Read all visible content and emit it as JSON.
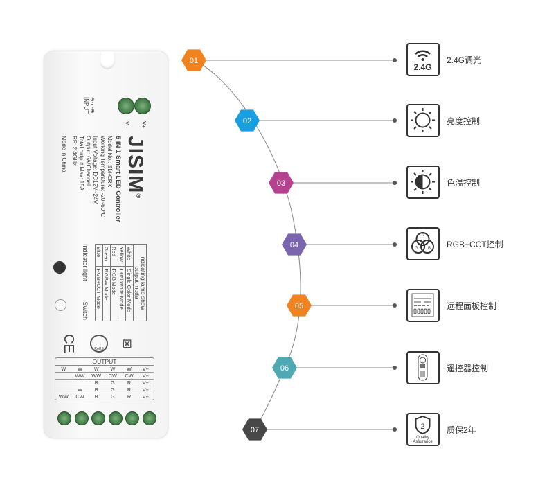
{
  "device": {
    "brand": "JISIM",
    "registered": "®",
    "title": "5 IN 1 Smart LED Controller",
    "specs": [
      "Model No.: SM-CRX",
      "Working Temperature: -20~60°C",
      "Input Voltage: DC12V~24V",
      "Output: 6A/Channel",
      "Total output Max: 15A",
      "RF: 2.4GHz"
    ],
    "made_in": "Made in China",
    "input_label": "INPUT",
    "input_symbol": "⊖-◐-⊕",
    "v_minus": "V−",
    "v_plus": "V+",
    "lamp_header": "Indicating lamp show output mode",
    "lamp_rows": [
      {
        "color": "White",
        "mode": "Single Color Mode"
      },
      {
        "color": "Yellow",
        "mode": "Dual White Mode"
      },
      {
        "color": "Red",
        "mode": "RGB Mode"
      },
      {
        "color": "Green",
        "mode": "RGBW Mode"
      },
      {
        "color": "Blue",
        "mode": "RGB+CCT Mode"
      }
    ],
    "indicator_label": "Indicator light",
    "switch_label": "Switch",
    "cert": {
      "ce": "CE",
      "rohs": "RoHS"
    },
    "output_header": "OUTPUT",
    "output_rows": [
      [
        "W",
        "W",
        "W",
        "W",
        "W",
        "V+"
      ],
      [
        "",
        "WW",
        "WW",
        "CW",
        "CW",
        "V+"
      ],
      [
        "",
        "",
        "B",
        "G",
        "R",
        "V+"
      ],
      [
        "",
        "W",
        "B",
        "G",
        "R",
        "V+"
      ],
      [
        "WW",
        "CW",
        "B",
        "G",
        "R",
        "V+"
      ]
    ]
  },
  "features": [
    {
      "num": "01",
      "color": "#f0831f",
      "label": "2.4G调光",
      "icon": "wifi-2.4g-icon",
      "icon_text": "2.4G"
    },
    {
      "num": "02",
      "color": "#1a9ee2",
      "label": "亮度控制",
      "icon": "sun-brightness-icon"
    },
    {
      "num": "03",
      "color": "#b4428e",
      "label": "色温控制",
      "icon": "half-sun-color-temp-icon"
    },
    {
      "num": "04",
      "color": "#7b66ae",
      "label": "RGB+CCT控制",
      "icon": "rgb-circles-icon",
      "icon_letters": [
        "R",
        "G",
        "B"
      ]
    },
    {
      "num": "05",
      "color": "#f0831f",
      "label": "远程面板控制",
      "icon": "wall-panel-icon"
    },
    {
      "num": "06",
      "color": "#4fa9b3",
      "label": "遥控器控制",
      "icon": "remote-control-icon"
    },
    {
      "num": "07",
      "color": "#484848",
      "label": "质保2年",
      "icon": "quality-shield-icon",
      "icon_num": "2",
      "icon_text": "Quality Assurance"
    }
  ]
}
